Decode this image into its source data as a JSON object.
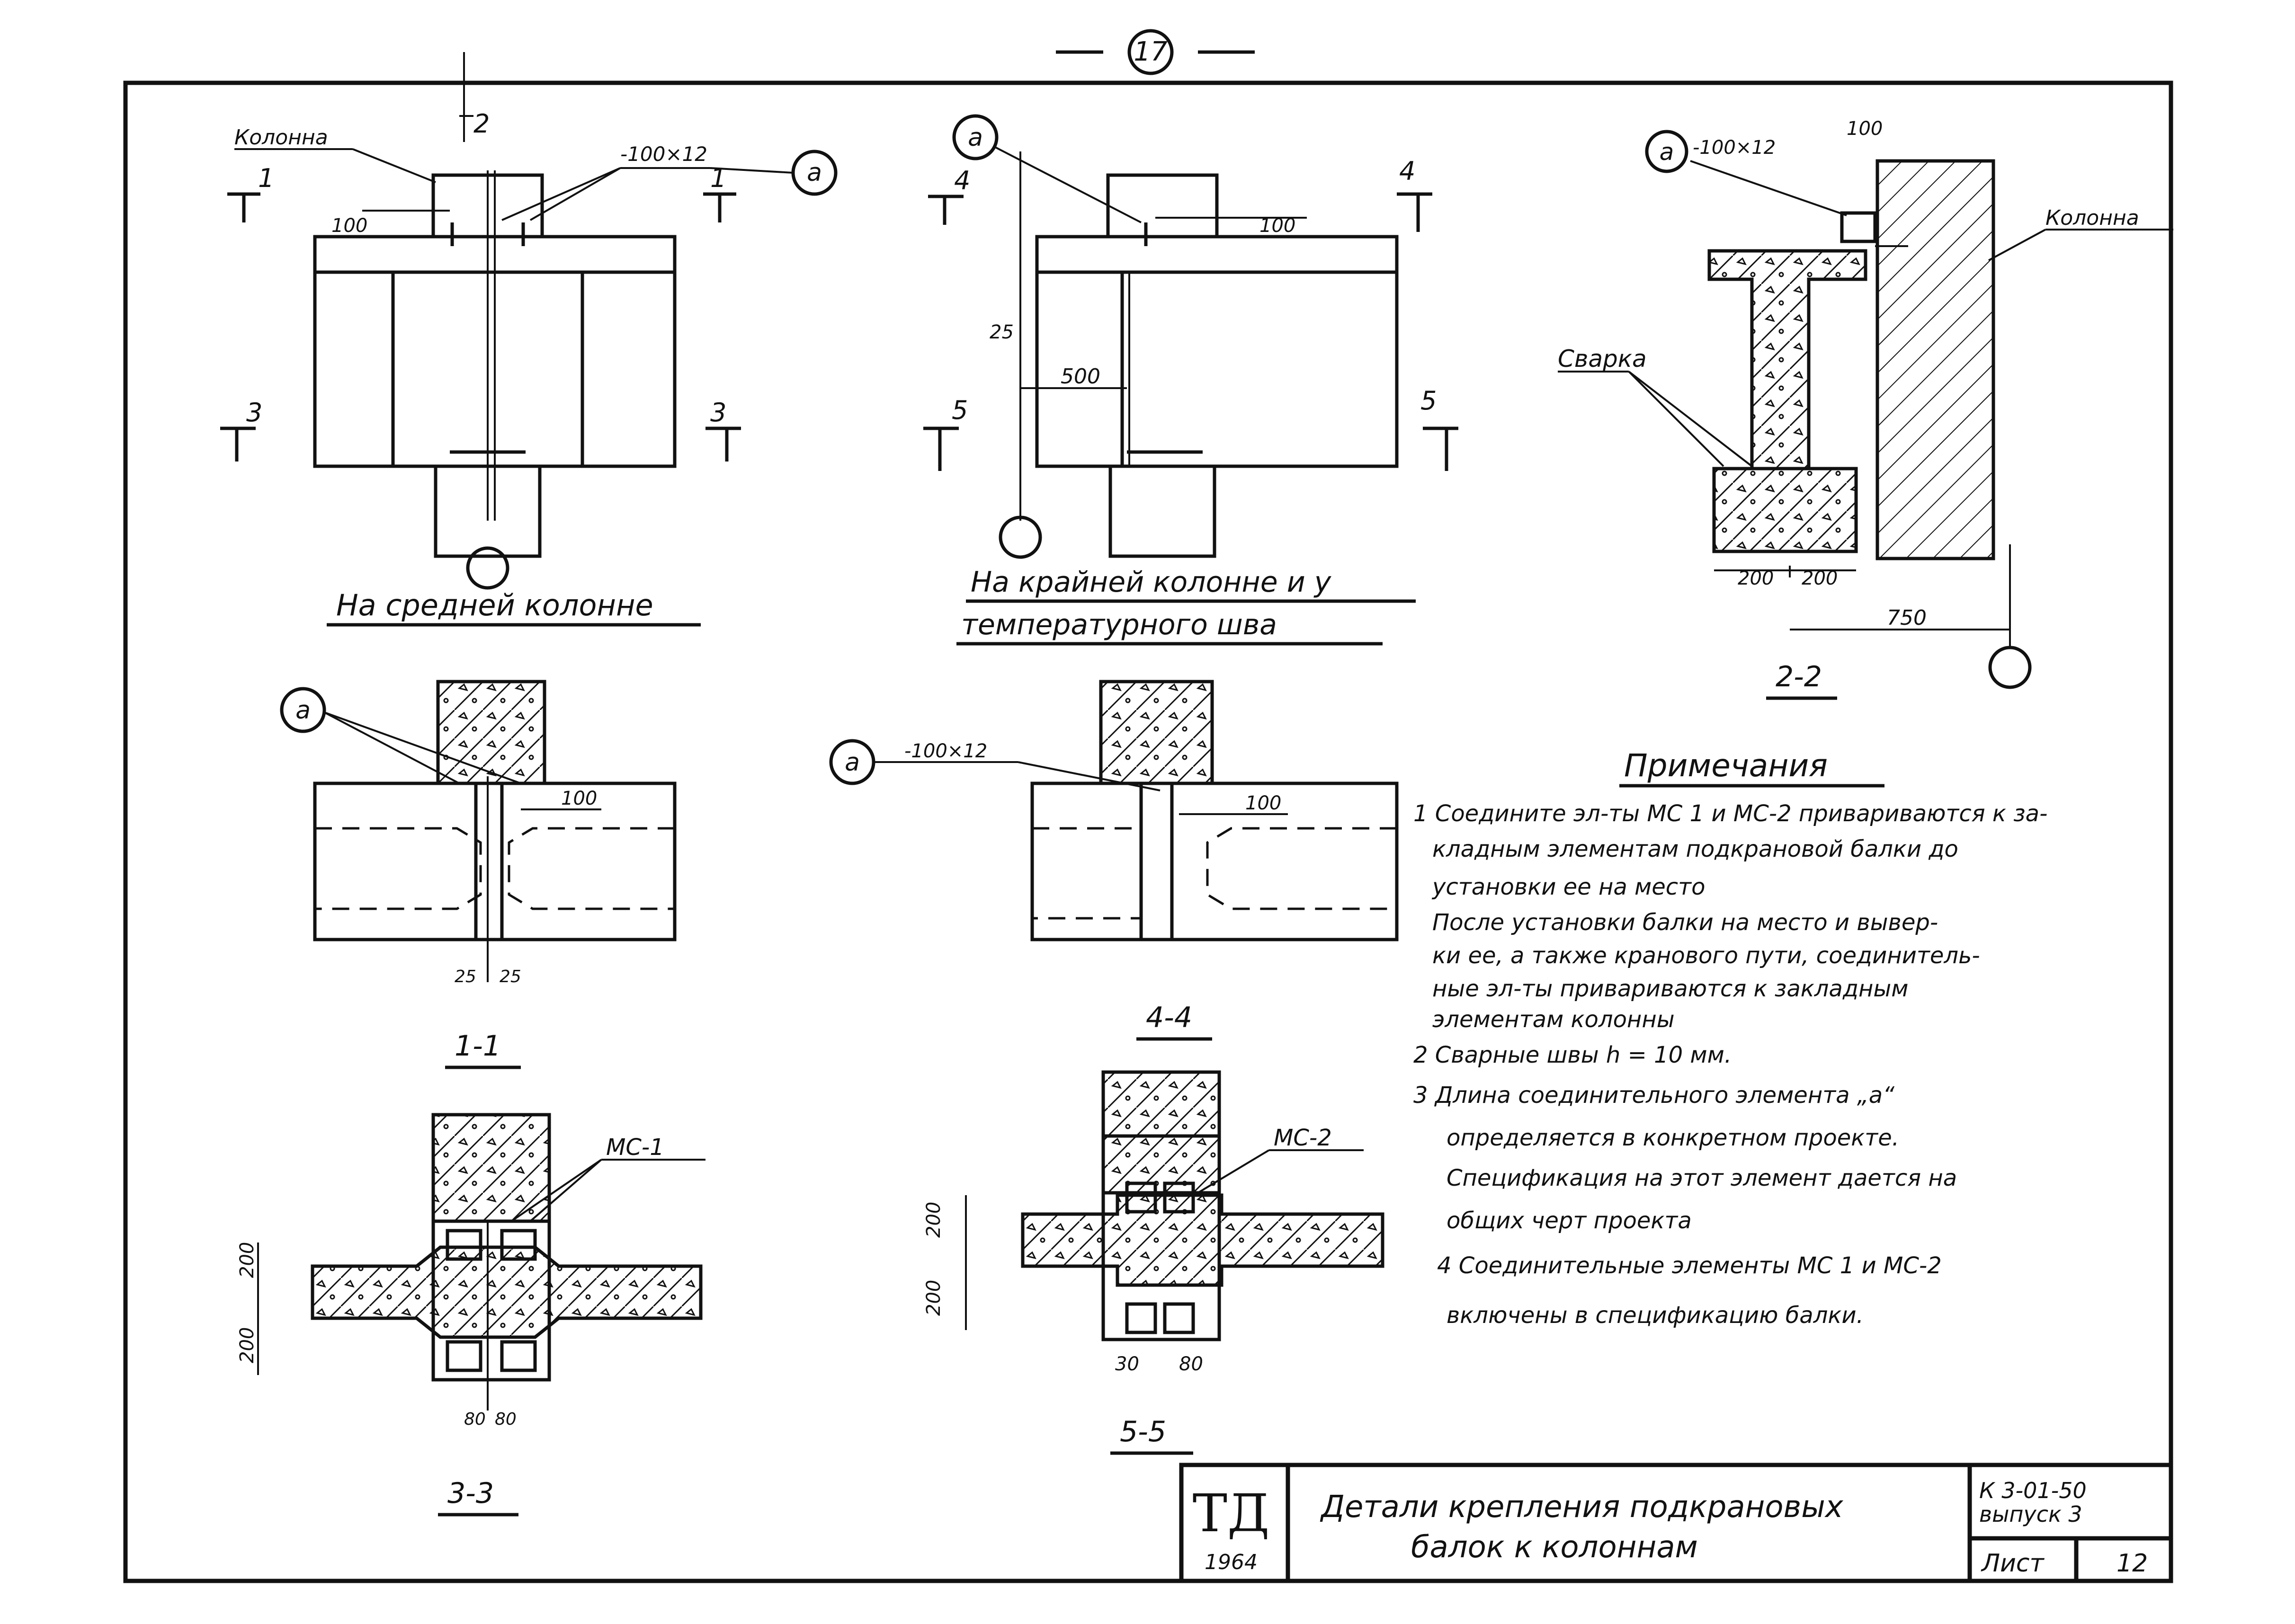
{
  "page_number": "17",
  "views": {
    "middle_column": {
      "label_column": "Колонна",
      "plate": "-100×12",
      "dim_100": "100",
      "section_mark": "2",
      "cut_1": "1",
      "cut_3": "3",
      "callout_a": "а",
      "caption": "На средней колонне"
    },
    "end_column": {
      "callout_a": "а",
      "dim_100": "100",
      "dim_25": "25",
      "dim_500": "500",
      "cut_4": "4",
      "cut_5": "5",
      "caption_line1": "На крайней колонне и у",
      "caption_line2": "температурного шва"
    },
    "section_2_2": {
      "callout_a": "а",
      "plate": "-100×12",
      "dim_100": "100",
      "label_column": "Колонна",
      "label_weld": "Сварка",
      "dim_200a": "200",
      "dim_200b": "200",
      "dim_750": "750",
      "caption": "2-2"
    },
    "section_1_1": {
      "callout_a": "а",
      "dim_100": "100",
      "dim_25a": "25",
      "dim_25b": "25",
      "caption": "1-1"
    },
    "section_4_4": {
      "callout_a": "а",
      "plate": "-100×12",
      "dim_100": "100",
      "caption": "4-4"
    },
    "section_3_3": {
      "label": "МС-1",
      "dim_200a": "200",
      "dim_200b": "200",
      "dim_80a": "80",
      "dim_80b": "80",
      "caption": "3-3"
    },
    "section_5_5": {
      "label": "МС-2",
      "dim_200a": "200",
      "dim_200b": "200",
      "dim_30": "30",
      "dim_80": "80",
      "caption": "5-5"
    }
  },
  "notes": {
    "title": "Примечания",
    "lines": [
      "1 Соедините эл-ты МС 1 и МС-2 привариваются к за-",
      "кладным элементам подкрановой балки до",
      "установки ее на место",
      "После установки балки на место и вывер-",
      "ки ее, а также кранового пути, соединитель-",
      "ные эл-ты привариваются к закладным",
      "элементам колонны",
      "2 Сварные швы h = 10 мм.",
      "3 Длина соединительного элемента „а“",
      "определяется в конкретном проекте.",
      "Спецификация на этот элемент дается на",
      "общих черт проекта",
      "4 Соединительные элементы МС 1 и МС-2",
      "включены в спецификацию балки."
    ]
  },
  "title_block": {
    "logo": "ТД",
    "year": "1964",
    "title_line1": "Детали крепления подкрановых",
    "title_line2": "балок к колоннам",
    "code": "К 3-01-50",
    "issue": "выпуск 3",
    "sheet_label": "Лист",
    "sheet_number": "12"
  }
}
